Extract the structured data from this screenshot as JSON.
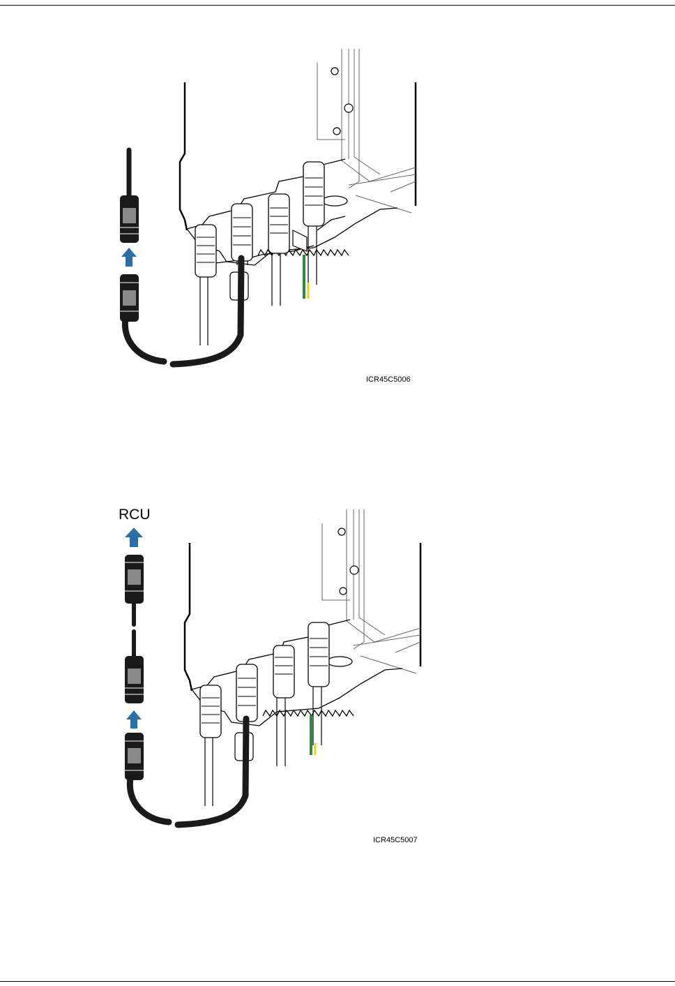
{
  "figures": [
    {
      "id_label": "ICR45C5006"
    },
    {
      "id_label": "ICR45C5007",
      "rcu_label": "RCU"
    }
  ],
  "colors": {
    "arrow": "#2a6fa8",
    "ground_green": "#2e8b3a",
    "ground_yellow": "#e8d020",
    "cable": "#1a1a1a"
  }
}
